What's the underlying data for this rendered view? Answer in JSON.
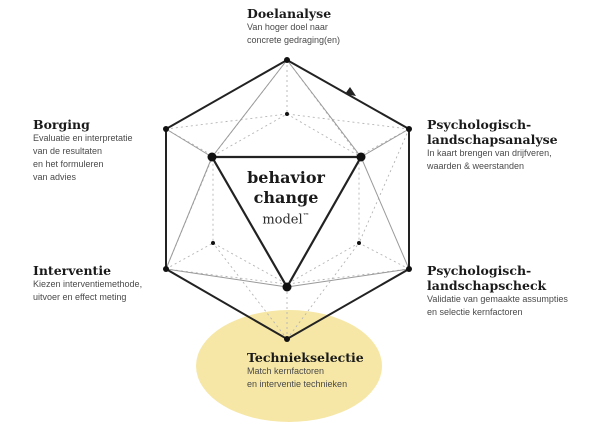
{
  "colors": {
    "highlight": "#f6e7a6",
    "outline": "#222222",
    "dashed": "#b5b5b5"
  },
  "stages": {
    "doelanalyse": {
      "title": "Doelanalyse",
      "description": "Van hoger doel naar\nconcrete gedraging(en)"
    },
    "psychologisch_landschapsanalyse": {
      "title_line1": "Psychologisch-",
      "title_line2": "landschapsanalyse",
      "description": "In kaart brengen van drijfveren,\nwaarden & weerstanden"
    },
    "psychologisch_landschapscheck": {
      "title_line1": "Psychologisch-",
      "title_line2": "landschapscheck",
      "description": "Validatie van gemaakte assumpties\nen selectie kernfactoren"
    },
    "techniekselectie": {
      "title": "Techniekselectie",
      "description": "Match kernfactoren\nen interventie technieken"
    },
    "interventie": {
      "title": "Interventie",
      "description": "Kiezen interventiemethode,\nuitvoer en effect meting"
    },
    "borging": {
      "title": "Borging",
      "description": "Evaluatie en interpretatie\nvan de resultaten\nen het formuleren\nvan advies"
    }
  },
  "center_label": {
    "line1": "behavior",
    "line2": "change",
    "line3": "model",
    "trademark": "™"
  }
}
